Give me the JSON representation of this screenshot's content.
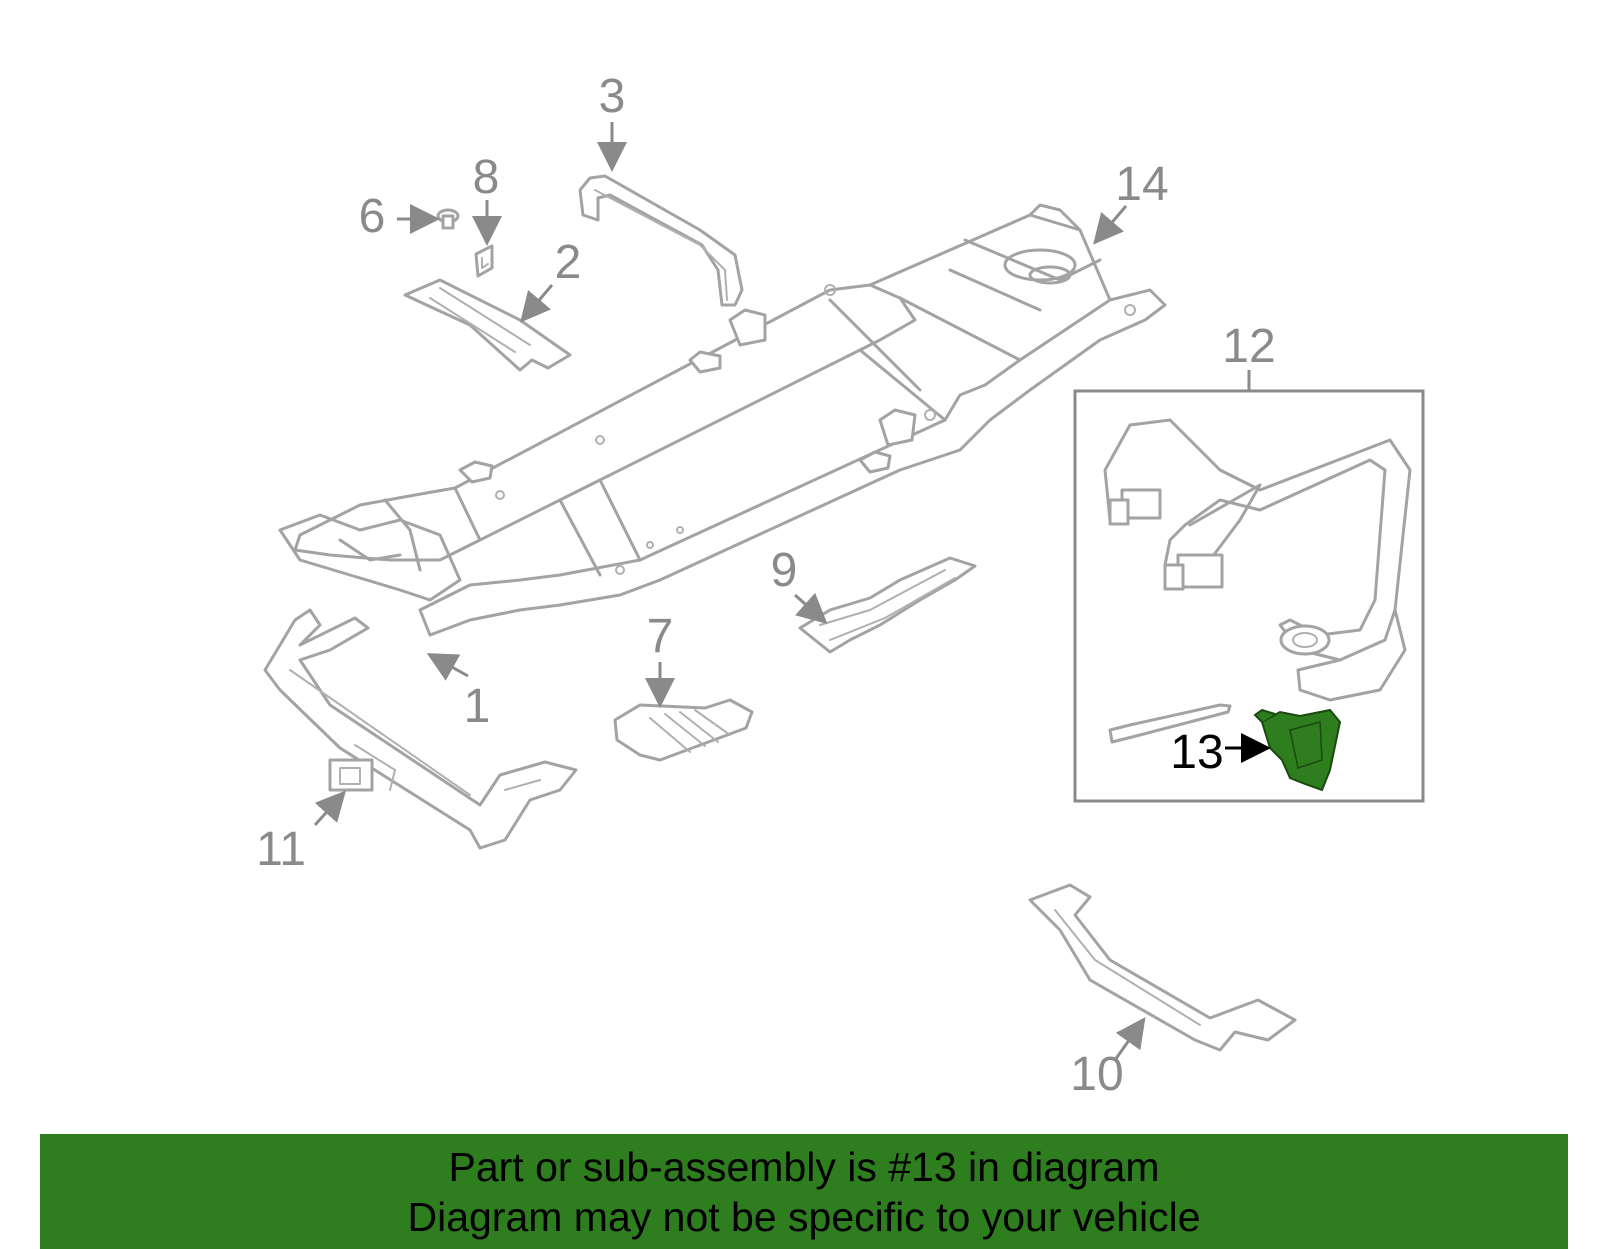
{
  "diagram": {
    "callouts": [
      "1",
      "2",
      "3",
      "6",
      "7",
      "8",
      "9",
      "10",
      "11",
      "12",
      "13",
      "14"
    ],
    "highlighted_callout": "13",
    "highlight_color": "#2e7d1f",
    "label_color": "#8a8a8a",
    "line_color": "#a3a3a3"
  },
  "banner": {
    "line1": "Part or sub-assembly is #13 in diagram",
    "line2": "Diagram may not be specific to your vehicle",
    "background": "#2e7d1f"
  }
}
